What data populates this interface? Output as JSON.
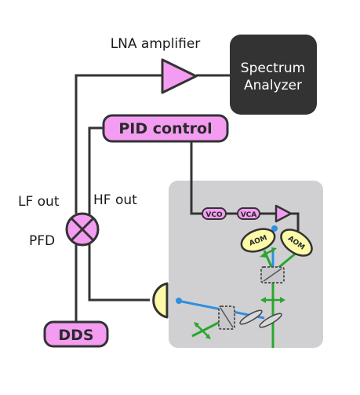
{
  "labels": {
    "lna": "LNA amplifier",
    "spectrum_line1": "Spectrum",
    "spectrum_line2": "Analyzer",
    "pid": "PID control",
    "lf_out": "LF out",
    "hf_out": "HF out",
    "pfd": "PFD",
    "dds": "DDS",
    "vco": "VCO",
    "vca": "VCA",
    "aom1": "AOM",
    "aom2": "AOM"
  },
  "colors": {
    "pink": "#f49cf2",
    "yellow": "#fdfba8",
    "panel_gray": "#d0d0d2",
    "analyzer_dark": "#333333",
    "wire": "#333333",
    "beam_blue": "#2f8fe0",
    "beam_green": "#2aa62a"
  }
}
